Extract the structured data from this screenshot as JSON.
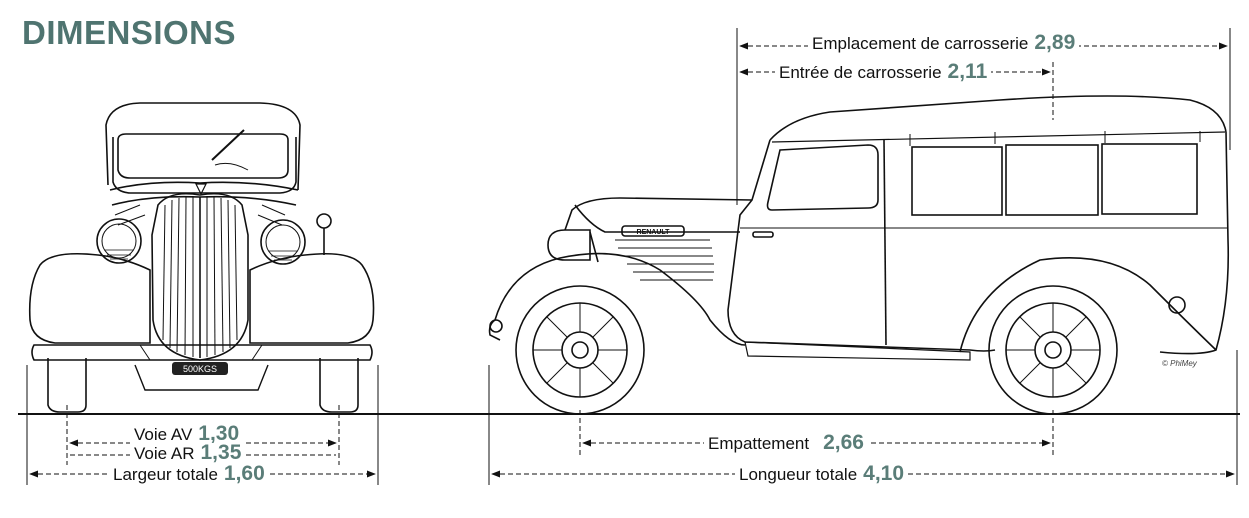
{
  "title": "DIMENSIONS",
  "plate": "500KGS",
  "brand": "RENAULT",
  "copyright": "© PhiMey",
  "accent_color": "#5a7d78",
  "dimensions": {
    "emplacement": {
      "label": "Emplacement de carrosserie",
      "value": "2,89"
    },
    "entree": {
      "label": "Entrée de carrosserie",
      "value": "2,11"
    },
    "voie_av": {
      "label": "Voie AV",
      "value": "1,30"
    },
    "voie_ar": {
      "label": "Voie AR",
      "value": "1,35"
    },
    "largeur": {
      "label": "Largeur totale",
      "value": "1,60"
    },
    "empattement": {
      "label": "Empattement",
      "value": "2,66"
    },
    "longueur": {
      "label": "Longueur totale",
      "value": "4,10"
    }
  }
}
